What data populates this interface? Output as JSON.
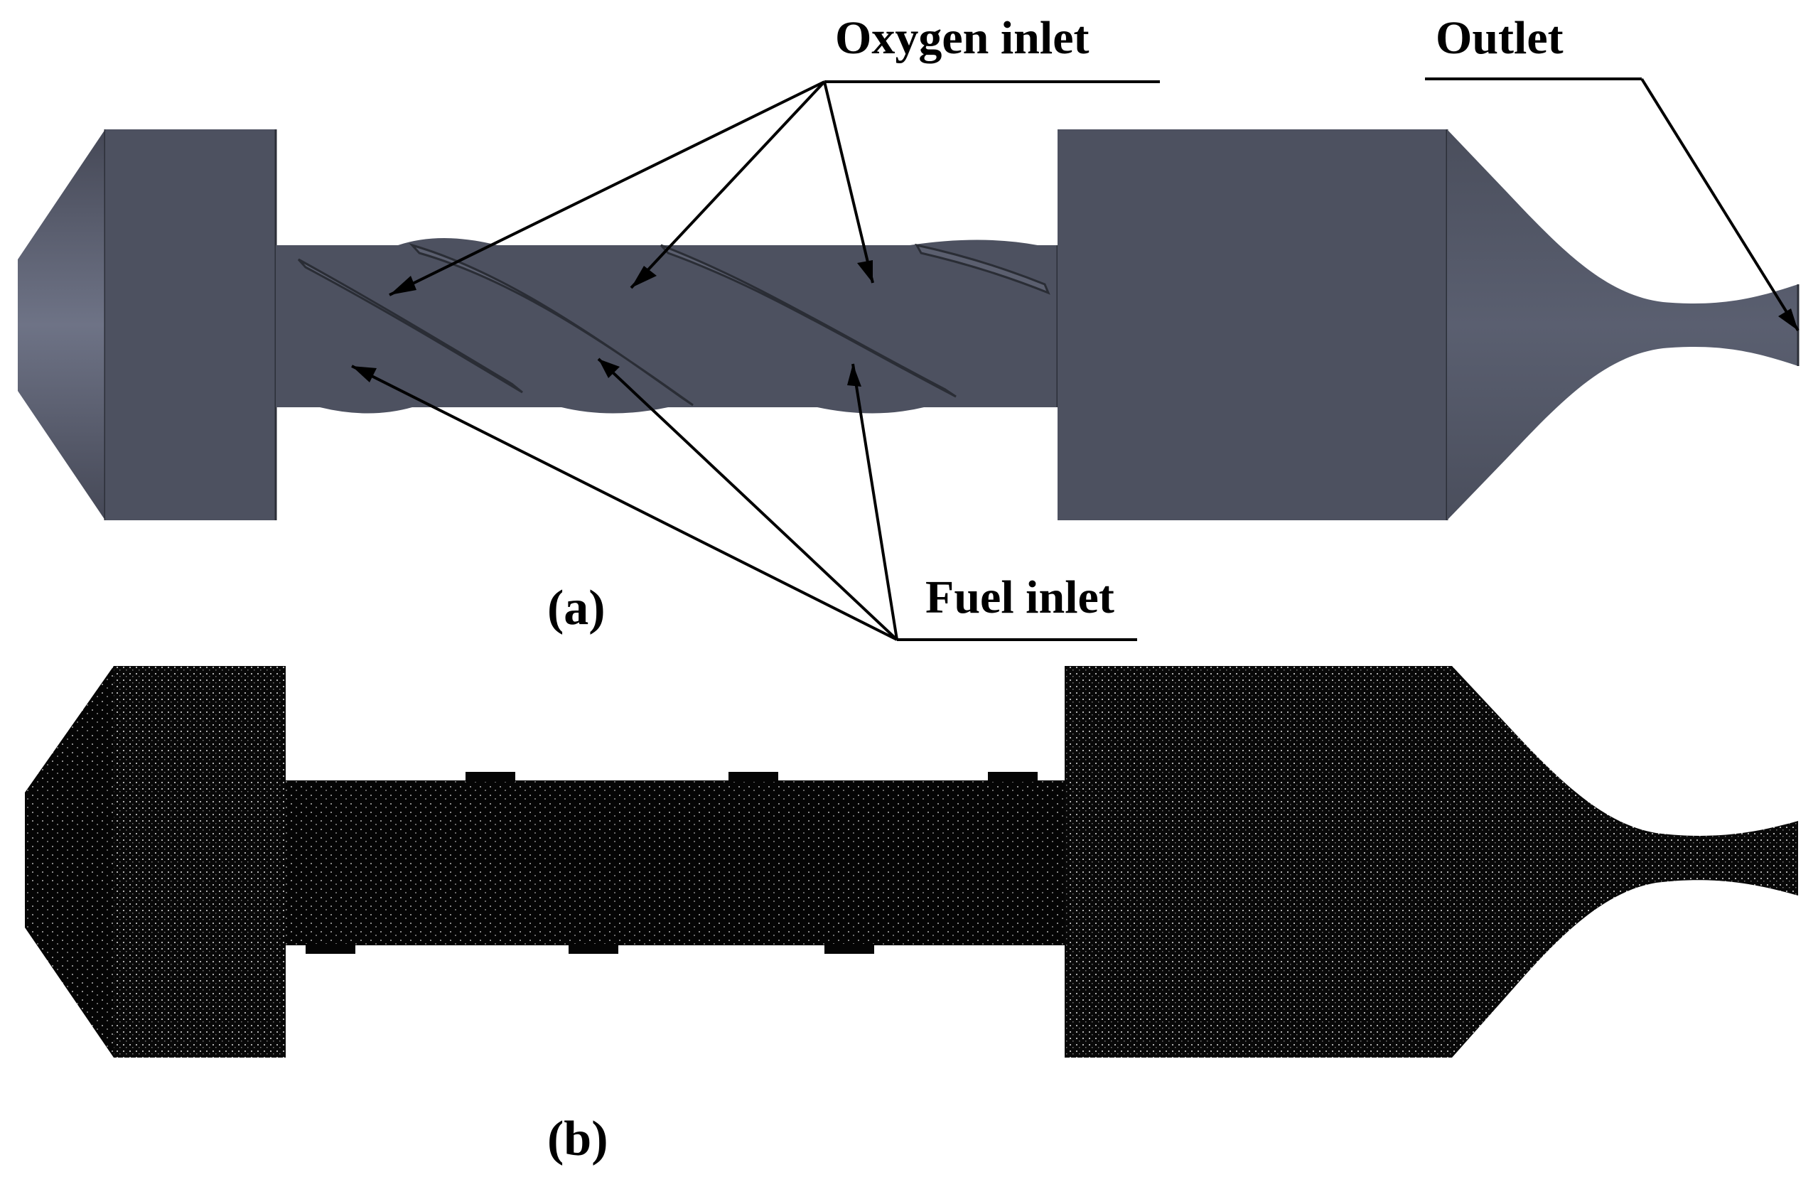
{
  "callouts": {
    "oxygen_inlet": "Oxygen inlet",
    "outlet": "Outlet",
    "fuel_inlet": "Fuel inlet"
  },
  "panels": {
    "a": "(a)",
    "b": "(b)"
  },
  "colors": {
    "geometry_fill": "#4d5160",
    "mesh_fill": "#050505",
    "leader_lines": "#000000"
  }
}
